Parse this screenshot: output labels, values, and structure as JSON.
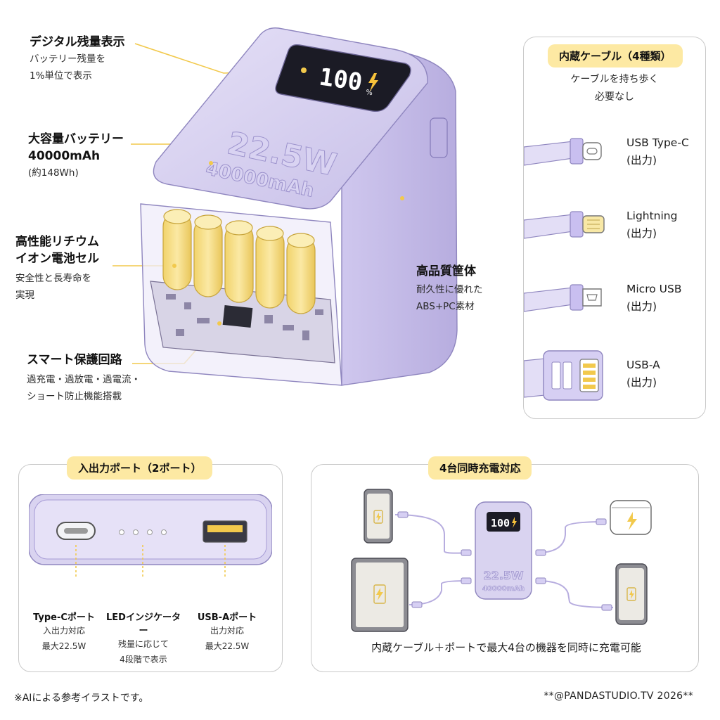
{
  "features": [
    {
      "title": "デジタル残量表示",
      "desc": [
        "バッテリー残量を",
        "1%単位で表示"
      ]
    },
    {
      "title": [
        "大容量バッテリー",
        "40000mAh"
      ],
      "desc": [
        "(約148Wh)"
      ]
    },
    {
      "title": [
        "高性能リチウム",
        "イオン電池セル"
      ],
      "desc": [
        "安全性と長寿命を",
        "実現"
      ]
    },
    {
      "title": "スマート保護回路",
      "desc": [
        "過充電・過放電・過電流・",
        "ショート防止機能搭載"
      ]
    },
    {
      "title": "高品質筐体",
      "desc": [
        "耐久性に優れた",
        "ABS+PC素材"
      ]
    }
  ],
  "device": {
    "display_value": "100",
    "display_unit": "%",
    "wattage": "22.5W",
    "capacity": "40000mAh"
  },
  "cables_panel": {
    "title": "内蔵ケーブル（4種類）",
    "subtitle": [
      "ケーブルを持ち歩く",
      "必要なし"
    ],
    "cables": [
      {
        "name": "USB Type-C",
        "note": "(出力)"
      },
      {
        "name": "Lightning",
        "note": "(出力)"
      },
      {
        "name": "Micro USB",
        "note": "(出力)"
      },
      {
        "name": "USB-A",
        "note": "(出力)"
      }
    ]
  },
  "ports_panel": {
    "title": "入出力ポート（2ポート）",
    "ports": [
      {
        "label": "Type-Cポート",
        "desc": [
          "入出力対応",
          "最大22.5W"
        ]
      },
      {
        "label": "LEDインジケーター",
        "desc": [
          "残量に応じて",
          "4段階で表示"
        ]
      },
      {
        "label": "USB-Aポート",
        "desc": [
          "出力対応",
          "最大22.5W"
        ]
      }
    ]
  },
  "charging_panel": {
    "title": "4台同時充電対応",
    "mini_display": "100",
    "mini_wattage": "22.5W",
    "mini_capacity": "40000mAh",
    "caption": "内蔵ケーブル＋ポートで最大4台の機器を同時に充電可能"
  },
  "footer": {
    "note": "※AIによる参考イラストです。",
    "credit": "**@PANDASTUDIO.TV 2026**"
  },
  "colors": {
    "lavender": "#d9d3f0",
    "lavender_dark": "#a79cd6",
    "accent_yellow": "#fde9a3",
    "leader_yellow": "#f2c94c",
    "cell_yellow": "#f6dc7d"
  }
}
